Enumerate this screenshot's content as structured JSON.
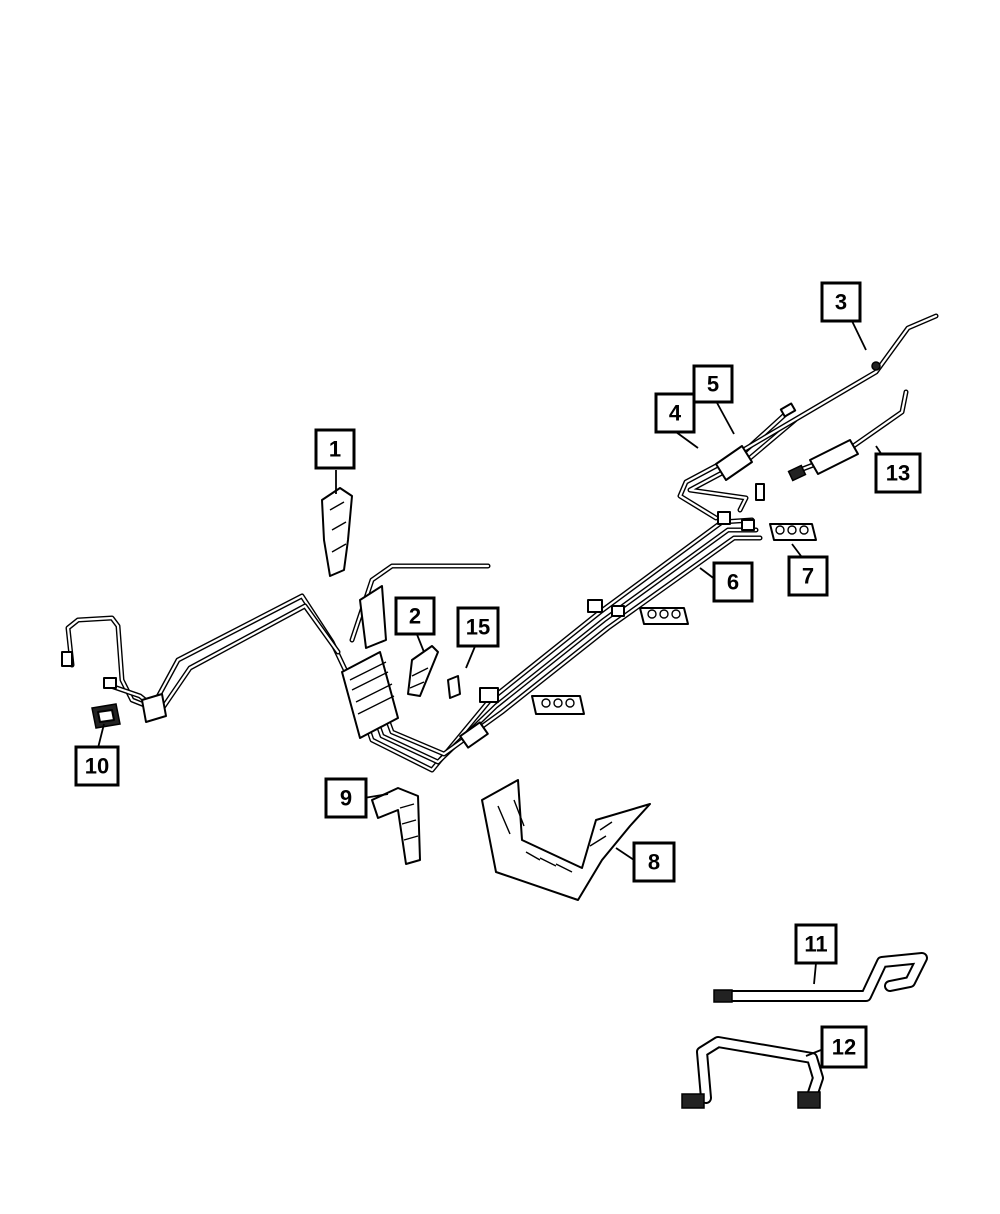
{
  "callouts": [
    {
      "id": "1",
      "label": "1"
    },
    {
      "id": "2",
      "label": "2"
    },
    {
      "id": "3",
      "label": "3"
    },
    {
      "id": "4",
      "label": "4"
    },
    {
      "id": "5",
      "label": "5"
    },
    {
      "id": "6",
      "label": "6"
    },
    {
      "id": "7",
      "label": "7"
    },
    {
      "id": "8",
      "label": "8"
    },
    {
      "id": "9",
      "label": "9"
    },
    {
      "id": "10",
      "label": "10"
    },
    {
      "id": "11",
      "label": "11"
    },
    {
      "id": "12",
      "label": "12"
    },
    {
      "id": "13",
      "label": "13"
    },
    {
      "id": "15",
      "label": "15"
    }
  ],
  "colors": {
    "line": "#000000",
    "background": "#ffffff"
  }
}
